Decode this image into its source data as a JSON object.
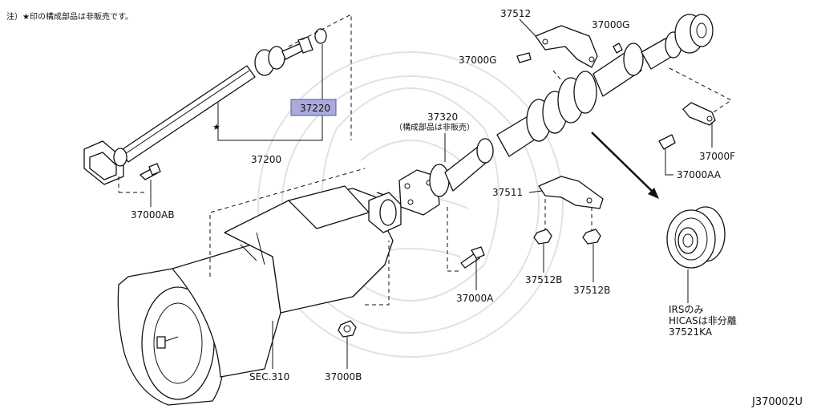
{
  "colors": {
    "line": "#111111",
    "highlight": "#aaaadd",
    "watermark": "#e2e2e2"
  },
  "note": "注）★印の構成部品は非販売です。",
  "drawing_code": "J370002U",
  "labels": {
    "p37512": "37512",
    "p37000G_top": "37000G",
    "p37000G_left": "37000G",
    "p37220": "37220",
    "p37320": "37320",
    "p37320_note": "（構成部品は非販売）",
    "p37200": "37200",
    "star": "★",
    "p37000F": "37000F",
    "p37000AA": "37000AA",
    "p37511": "37511",
    "p37000AB": "37000AB",
    "p37512B_left": "37512B",
    "p37512B_right": "37512B",
    "p37000A": "37000A",
    "sec310": "SEC.310",
    "p37000B": "37000B",
    "irs_line1": "IRSのみ",
    "irs_line2": "HICASは非分離",
    "irs_line3": "37521KA"
  }
}
